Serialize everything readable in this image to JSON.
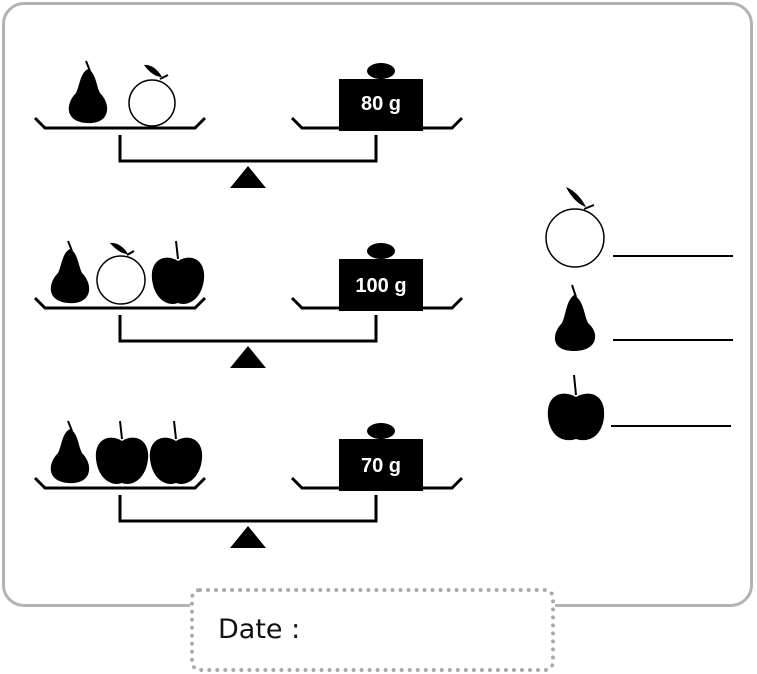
{
  "colors": {
    "ink": "#000000",
    "frame": "#b3b3b3",
    "date_border": "#a9a9a9"
  },
  "scales": [
    {
      "left_pan": [
        "pear-icon",
        "orange-icon"
      ],
      "weight_label": "80 g"
    },
    {
      "left_pan": [
        "pear-icon",
        "orange-icon",
        "apple-icon"
      ],
      "weight_label": "100 g"
    },
    {
      "left_pan": [
        "pear-icon",
        "apple-icon",
        "apple-icon"
      ],
      "weight_label": "70 g"
    }
  ],
  "answers": [
    {
      "fruit": "orange-icon",
      "value": ""
    },
    {
      "fruit": "pear-icon",
      "value": ""
    },
    {
      "fruit": "apple-icon",
      "value": ""
    }
  ],
  "footer": {
    "date_label": "Date :"
  }
}
